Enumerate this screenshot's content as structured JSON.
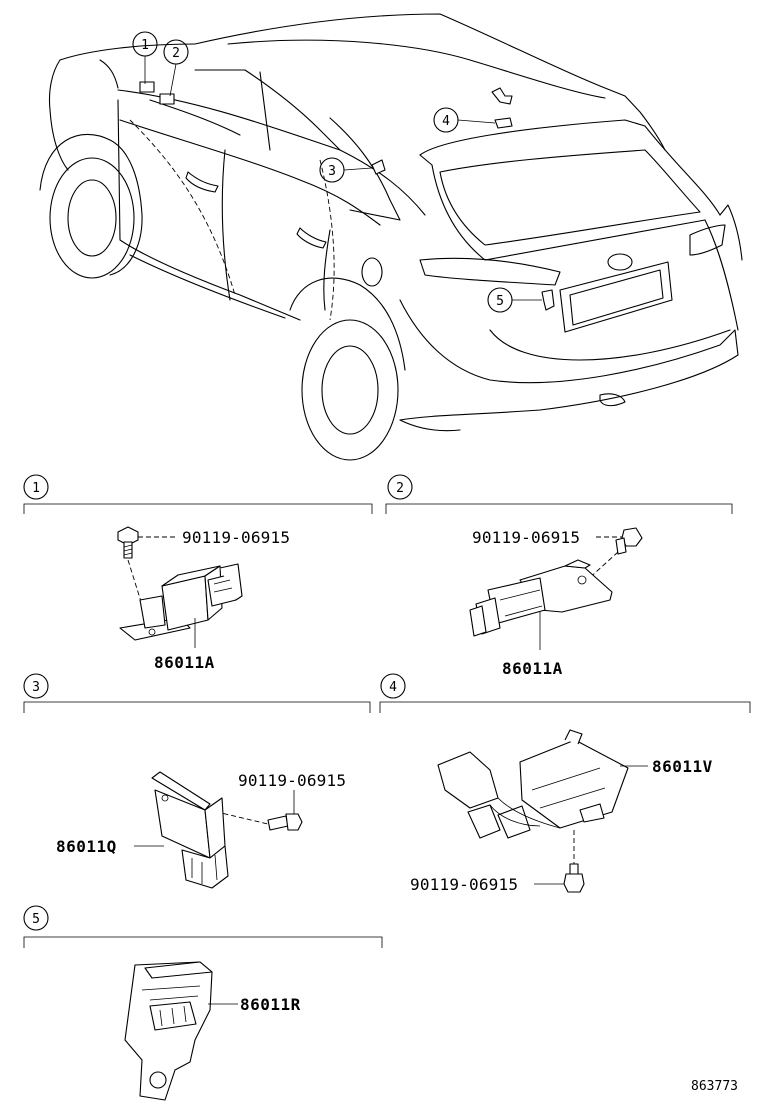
{
  "overview": {
    "callouts": [
      "1",
      "2",
      "3",
      "4",
      "5"
    ]
  },
  "sections": [
    {
      "index": "1",
      "part_number": "86011A",
      "bolt": "90119-06915"
    },
    {
      "index": "2",
      "part_number": "86011A",
      "bolt": "90119-06915"
    },
    {
      "index": "3",
      "part_number": "86011Q",
      "bolt": "90119-06915"
    },
    {
      "index": "4",
      "part_number": "86011V",
      "bolt": "90119-06915"
    },
    {
      "index": "5",
      "part_number": "86011R"
    }
  ],
  "reference_number": "863773"
}
